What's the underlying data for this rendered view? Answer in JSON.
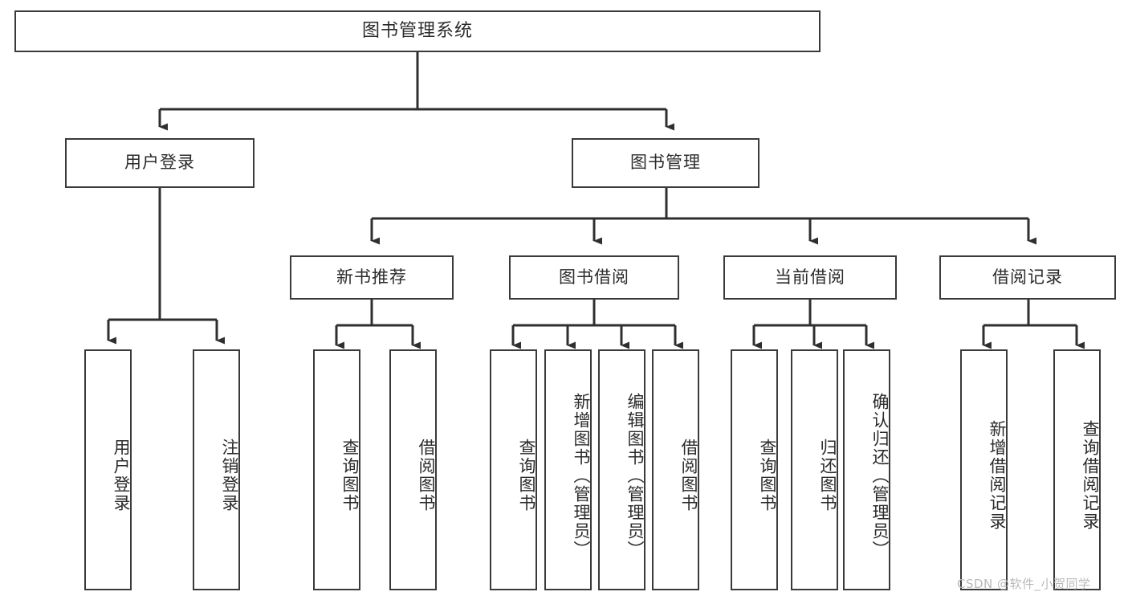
{
  "diagram": {
    "title": "图书管理系统",
    "type": "tree-hierarchy",
    "watermark": "CSDN @软件_小贺同学",
    "colors": {
      "box_border": "#3a3a3a",
      "box_fill": "#ffffff",
      "connector": "#2f2f2f",
      "text": "#2b2b2b",
      "watermark": "#b9b9b9",
      "background": "#ffffff"
    },
    "root": {
      "label": "图书管理系统"
    },
    "level2": [
      {
        "label": "用户登录"
      },
      {
        "label": "图书管理"
      }
    ],
    "level3": [
      {
        "label": "新书推荐"
      },
      {
        "label": "图书借阅"
      },
      {
        "label": "当前借阅"
      },
      {
        "label": "借阅记录"
      }
    ],
    "leaves": {
      "user_login": [
        {
          "label": "用户登录"
        },
        {
          "label": "注销登录"
        }
      ],
      "new_book_recommend": [
        {
          "label": "查询图书"
        },
        {
          "label": "借阅图书"
        }
      ],
      "book_borrow": [
        {
          "label": "查询图书"
        },
        {
          "label": "新增图书（管理员）"
        },
        {
          "label": "编辑图书（管理员）"
        },
        {
          "label": "借阅图书"
        }
      ],
      "current_borrow": [
        {
          "label": "查询图书"
        },
        {
          "label": "归还图书"
        },
        {
          "label": "确认归还（管理员）"
        }
      ],
      "borrow_records": [
        {
          "label": "新增借阅记录"
        },
        {
          "label": "查询借阅记录"
        }
      ]
    }
  }
}
